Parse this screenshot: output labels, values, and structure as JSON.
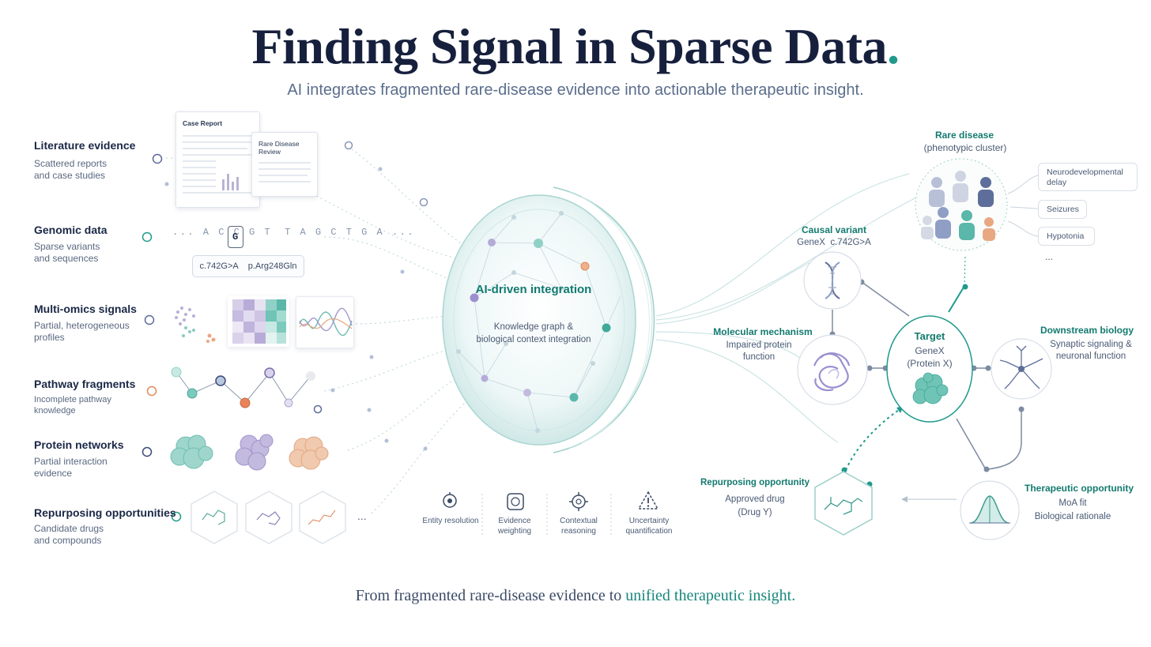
{
  "header": {
    "title": "Finding Signal in Sparse Data",
    "title_dot": ".",
    "subtitle": "AI integrates fragmented rare-disease evidence into actionable therapeutic insight."
  },
  "sources": [
    {
      "title": "Literature evidence",
      "desc": "Scattered reports and case studies"
    },
    {
      "title": "Genomic data",
      "desc": "Sparse variants and sequences"
    },
    {
      "title": "Multi-omics signals",
      "desc": "Partial, heterogeneous profiles"
    },
    {
      "title": "Pathway fragments",
      "desc": "Incomplete pathway knowledge"
    },
    {
      "title": "Protein networks",
      "desc": "Partial interaction evidence"
    },
    {
      "title": "Repurposing opportunities",
      "desc": "Candidate drugs and compounds"
    }
  ],
  "documents": {
    "case_report": "Case Report",
    "rare_review": "Rare Disease Review"
  },
  "genomic": {
    "sequence_left": "... A C C G T",
    "highlight": "G",
    "sequence_right": "T A G C T G A ...",
    "variant_dna": "c.742G>A",
    "variant_protein": "p.Arg248Gln"
  },
  "ellipsis": "...",
  "hub": {
    "title": "AI-driven integration",
    "desc": "Knowledge graph & biological context integration"
  },
  "steps": [
    {
      "label": "Entity resolution",
      "icon": "search-icon"
    },
    {
      "label": "Evidence weighting",
      "icon": "weight-icon"
    },
    {
      "label": "Contextual reasoning",
      "icon": "target-icon"
    },
    {
      "label": "Uncertainty quantification",
      "icon": "warning-icon"
    }
  ],
  "nodes": {
    "rare_disease": {
      "title": "Rare disease",
      "desc": "(phenotypic cluster)"
    },
    "causal_variant": {
      "title": "Causal variant",
      "desc": "GeneX  c.742G>A"
    },
    "molecular_mechanism": {
      "title": "Molecular mechanism",
      "desc": "Impaired protein function"
    },
    "target": {
      "title": "Target",
      "desc1": "GeneX",
      "desc2": "(Protein X)"
    },
    "downstream": {
      "title": "Downstream biology",
      "desc": "Synaptic signaling & neuronal function"
    },
    "repurposing": {
      "title": "Repurposing opportunity",
      "desc1": "Approved drug",
      "desc2": "(Drug Y)"
    },
    "therapeutic": {
      "title": "Therapeutic opportunity",
      "desc1": "MoA fit",
      "desc2": "Biological rationale"
    }
  },
  "symptoms": [
    "Neurodevelopmental delay",
    "Seizures",
    "Hypotonia",
    "..."
  ],
  "footer": {
    "tagline_prefix": "From fragmented rare-disease evidence to ",
    "tagline_highlight": "unified therapeutic insight."
  },
  "colors": {
    "teal": "#1f9a8c",
    "navy": "#16203d",
    "purple": "#8a7fbf",
    "orange": "#e08a5a"
  }
}
